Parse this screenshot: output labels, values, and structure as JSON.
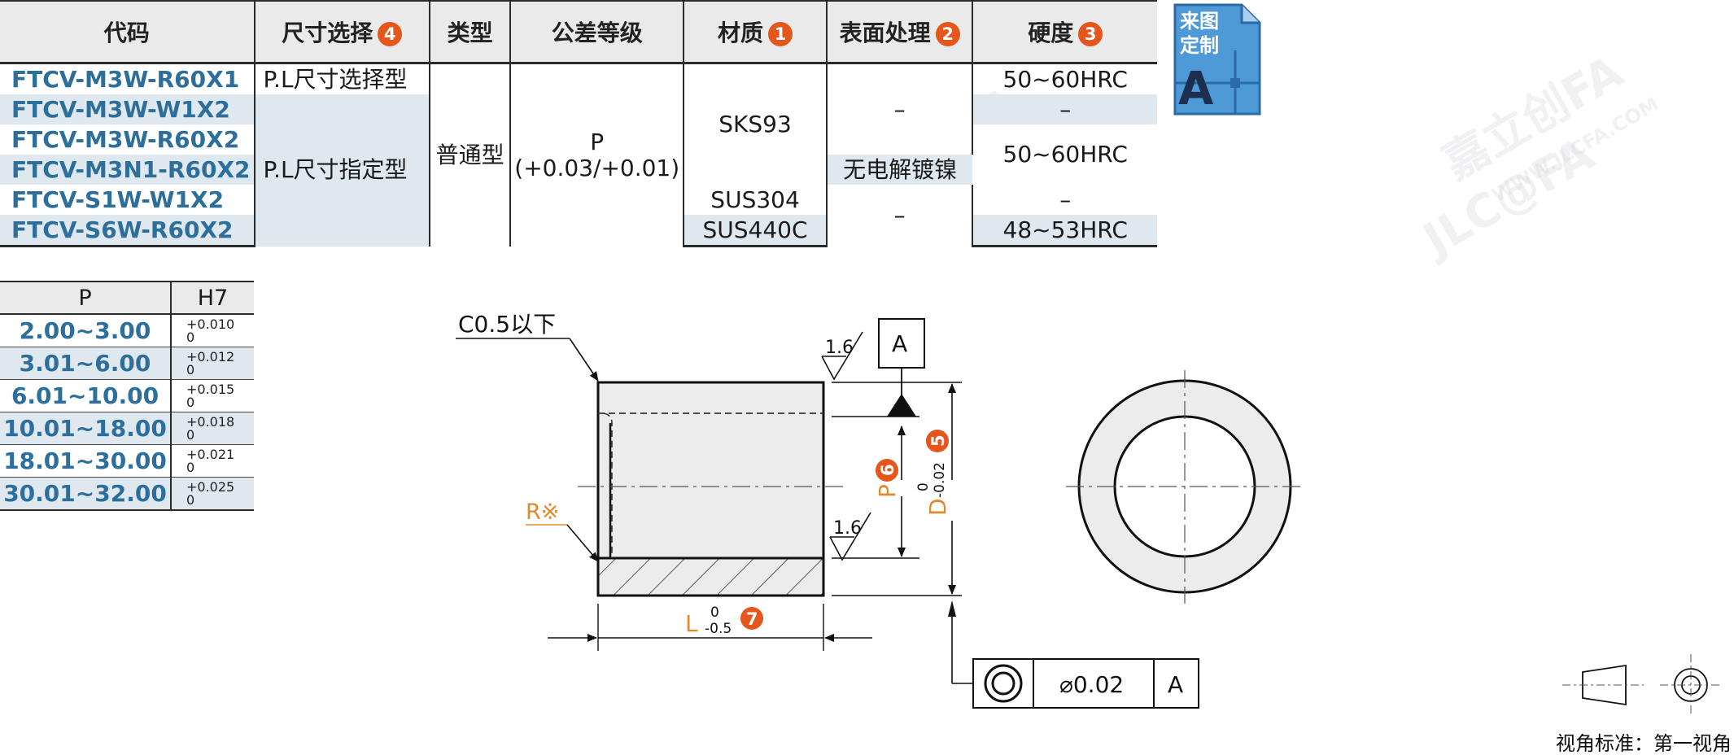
{
  "spec_table": {
    "headers": {
      "code": "代码",
      "size": "尺寸选择",
      "size_badge": "4",
      "type": "类型",
      "tolerance": "公差等级",
      "material": "材质",
      "material_badge": "1",
      "surface": "表面处理",
      "surface_badge": "2",
      "hardness": "硬度",
      "hardness_badge": "3"
    },
    "codes": [
      "FTCV-M3W-R60X1",
      "FTCV-M3W-W1X2",
      "FTCV-M3W-R60X2",
      "FTCV-M3N1-R60X2",
      "FTCV-S1W-W1X2",
      "FTCV-S6W-R60X2"
    ],
    "size": {
      "selectable": "P.L尺寸选择型",
      "specified": "P.L尺寸指定型"
    },
    "type": "普通型",
    "tolerance": {
      "grade": "P",
      "range": "(+0.03/+0.01)"
    },
    "material": {
      "sks93": "SKS93",
      "sus304": "SUS304",
      "sus440c": "SUS440C"
    },
    "surface": {
      "none_1": "–",
      "electroless_nickel": "无电解镀镍",
      "none_2": "–"
    },
    "hardness": {
      "h1": "50~60HRC",
      "h2": "–",
      "h3": "50~60HRC",
      "h5": "–",
      "h6": "48~53HRC"
    }
  },
  "tolerance_table": {
    "headers": {
      "p": "P",
      "h7": "H7"
    },
    "rows": [
      {
        "p": "2.00~3.00",
        "upper": "+0.010",
        "lower": "0"
      },
      {
        "p": "3.01~6.00",
        "upper": "+0.012",
        "lower": "0"
      },
      {
        "p": "6.01~10.00",
        "upper": "+0.015",
        "lower": "0"
      },
      {
        "p": "10.01~18.00",
        "upper": "+0.018",
        "lower": "0"
      },
      {
        "p": "18.01~30.00",
        "upper": "+0.021",
        "lower": "0"
      },
      {
        "p": "30.01~32.00",
        "upper": "+0.025",
        "lower": "0"
      }
    ]
  },
  "custom_badge": {
    "line1": "来图",
    "line2": "定制",
    "letter": "A"
  },
  "drawing": {
    "chamfer_note": "C0.5以下",
    "radius_note": "R※",
    "roughness_top": "1.6",
    "roughness_bottom": "1.6",
    "datum": "A",
    "inner_dim": {
      "label": "P",
      "badge": "6"
    },
    "outer_dim": {
      "label": "D",
      "upper": "0",
      "lower": "-0.02",
      "badge": "5"
    },
    "length_dim": {
      "label": "L",
      "upper": "0",
      "lower": "-0.5",
      "badge": "7"
    },
    "fcf": {
      "value": "⌀0.02",
      "datum": "A"
    },
    "view_label": "视角标准：第一视角"
  },
  "watermark": {
    "logo": "JLC@FA",
    "brand": "嘉立创FA",
    "url": "WWW.JLCFA.COM"
  },
  "colors": {
    "accent_blue": "#2d6f9a",
    "badge_orange": "#e4561c",
    "dim_orange": "#e08a2c",
    "row_alt": "#dfe8ee"
  }
}
